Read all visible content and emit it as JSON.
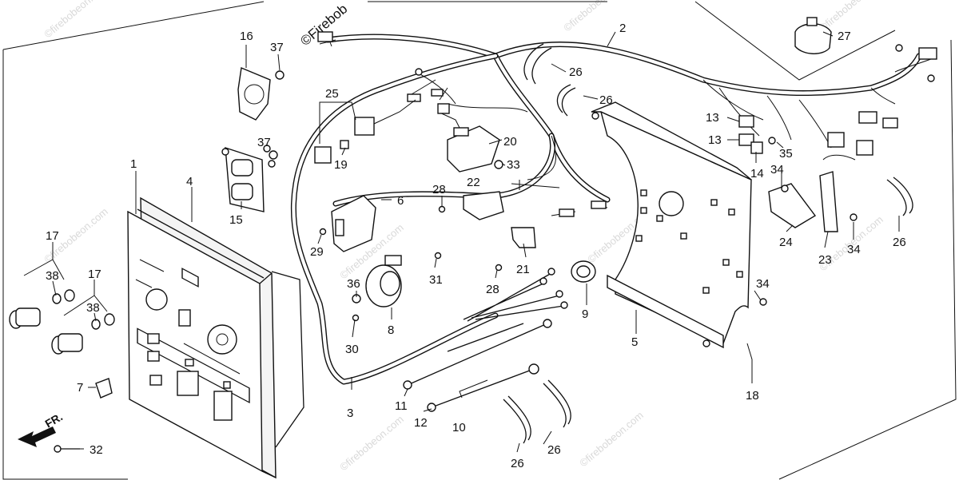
{
  "watermark": {
    "copyright": "©Firebob",
    "site": "©firebobeon.com"
  },
  "direction_label": "FR.",
  "callouts": [
    "1",
    "2",
    "3",
    "4",
    "5",
    "6",
    "7",
    "8",
    "9",
    "10",
    "11",
    "12",
    "13",
    "13",
    "14",
    "15",
    "16",
    "17",
    "17",
    "18",
    "19",
    "20",
    "21",
    "22",
    "23",
    "24",
    "25",
    "26",
    "26",
    "26",
    "26",
    "26",
    "27",
    "28",
    "28",
    "29",
    "30",
    "31",
    "32",
    "33",
    "34",
    "34",
    "34",
    "35",
    "36",
    "37",
    "37",
    "38",
    "38"
  ]
}
